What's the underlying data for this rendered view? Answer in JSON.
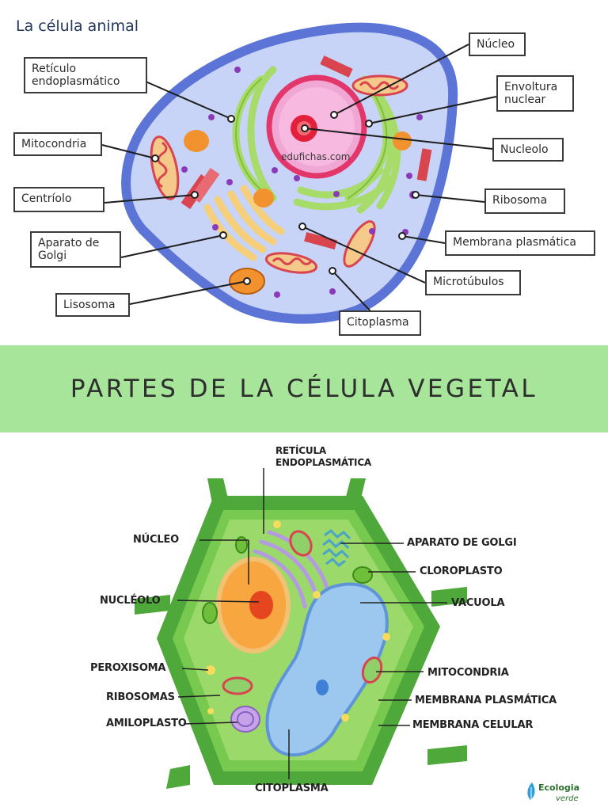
{
  "animal": {
    "title": "La célula animal",
    "watermark": "edufichas.com",
    "labels": {
      "reticulo": [
        "Retículo",
        "endoplasmático"
      ],
      "mitocondria": "Mitocondria",
      "centriolo": "Centríolo",
      "golgi": [
        "Aparato de",
        "Golgi"
      ],
      "lisosoma": "Lisosoma",
      "nucleo": "Núcleo",
      "envoltura": [
        "Envoltura",
        "nuclear"
      ],
      "nucleolo": "Nucleolo",
      "ribosoma": "Ribosoma",
      "membrana": "Membrana plasmática",
      "microtubulos": "Microtúbulos",
      "citoplasma": "Citoplasma"
    },
    "colors": {
      "membrane": "#5b74d6",
      "cytoplasm": "#c7d3f7",
      "nucleus": "#f0a7d4",
      "envelope": "#e3366a",
      "er": "#a8dc6a",
      "golgi": "#f5cf7a"
    }
  },
  "plant": {
    "banner_title": "PARTES DE LA CÉLULA VEGETAL",
    "labels": {
      "reticula": [
        "RETÍCULA",
        "ENDOPLASMÁTICA"
      ],
      "nucleo": "NÚCLEO",
      "nucleolo": "NUCLÉOLO",
      "peroxisoma": "PEROXISOMA",
      "ribosomas": "RIBOSOMAS",
      "amiloplasto": "AMILOPLASTO",
      "golgi": "APARATO DE GOLGI",
      "cloroplasto": "CLOROPLASTO",
      "vacuola": "VACUOLA",
      "mitocondria": "MITOCONDRIA",
      "membrana_plasmatica": "MEMBRANA PLASMÁTICA",
      "membrana_celular": "MEMBRANA CELULAR",
      "citoplasma": "CITOPLASMA"
    },
    "logo": [
      "Ecologia",
      "verde"
    ],
    "colors": {
      "wall": "#4fa83a",
      "cytoplasm": "#9ad96a",
      "vacuole": "#9cc8f0",
      "nucleus": "#f7a640",
      "nucleolus": "#e5461f"
    }
  }
}
